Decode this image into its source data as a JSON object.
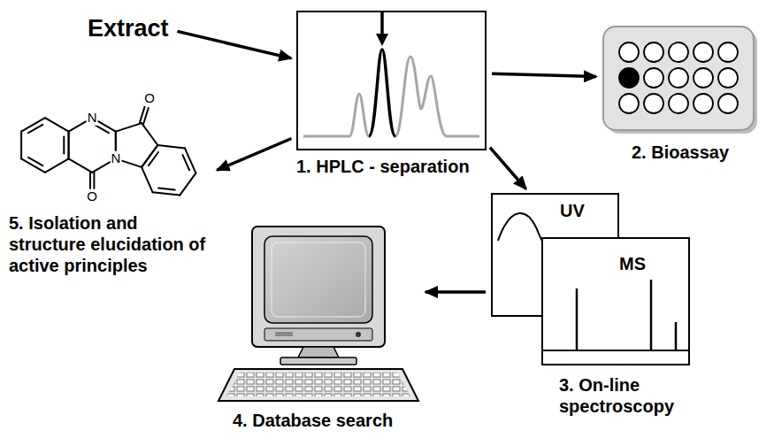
{
  "diagram": {
    "nodes": [
      {
        "text": [
          "Extract"
        ]
      },
      {
        "text": [
          "1. HPLC - separation"
        ]
      },
      {
        "text": [
          "2. Bioassay"
        ]
      },
      {
        "text": [
          "UV"
        ]
      },
      {
        "text": [
          "MS",
          "3. On-line spectroscopy"
        ]
      },
      {
        "text": [
          "4. Database search"
        ]
      },
      {
        "text": [
          "5. Isolation and structure elucidation of active principles"
        ]
      }
    ],
    "edges": [
      {
        "from": 0,
        "to": 1,
        "arrow": "to"
      },
      {
        "from": 1,
        "to": 2,
        "arrow": "to"
      },
      {
        "from": 1,
        "to": 3,
        "arrow": "to"
      },
      {
        "from": 3,
        "to": 5,
        "arrow": "to"
      },
      {
        "from": 1,
        "to": 6,
        "arrow": "to"
      }
    ],
    "labels": [
      "O",
      "O",
      "N",
      "N"
    ]
  }
}
